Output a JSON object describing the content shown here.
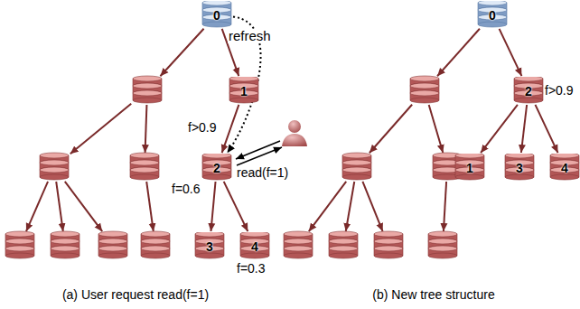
{
  "diagram": {
    "nodes": [
      {
        "text": [
          "0"
        ]
      },
      {
        "text": [
          "1"
        ]
      },
      {
        "text": [
          "2"
        ]
      },
      {
        "text": [
          "3"
        ]
      },
      {
        "text": [
          "4"
        ]
      },
      {
        "text": [
          "0"
        ]
      },
      {
        "text": [
          "2"
        ]
      },
      {
        "text": [
          "1"
        ]
      },
      {
        "text": [
          "3"
        ]
      },
      {
        "text": [
          "4"
        ]
      }
    ],
    "edges": [
      {
        "from": 0,
        "to": 1,
        "arrow": "to"
      },
      {
        "from": 1,
        "to": 2,
        "arrow": "to"
      },
      {
        "from": 2,
        "to": 3,
        "arrow": "to"
      },
      {
        "from": 2,
        "to": 4,
        "arrow": "to"
      },
      {
        "from": 0,
        "to": 2,
        "label": "refresh",
        "arrow": "to"
      },
      {
        "from": 5,
        "to": 6,
        "arrow": "to"
      },
      {
        "from": 6,
        "to": 7,
        "arrow": "to"
      },
      {
        "from": 6,
        "to": 8,
        "arrow": "to"
      },
      {
        "from": 6,
        "to": 9,
        "arrow": "to"
      }
    ],
    "labels": [
      "f>0.9",
      "f=0.6",
      "read(f=1)",
      "f=0.3",
      "f>0.9",
      "(a) User request read(f=1)",
      "(b) New tree structure"
    ]
  }
}
